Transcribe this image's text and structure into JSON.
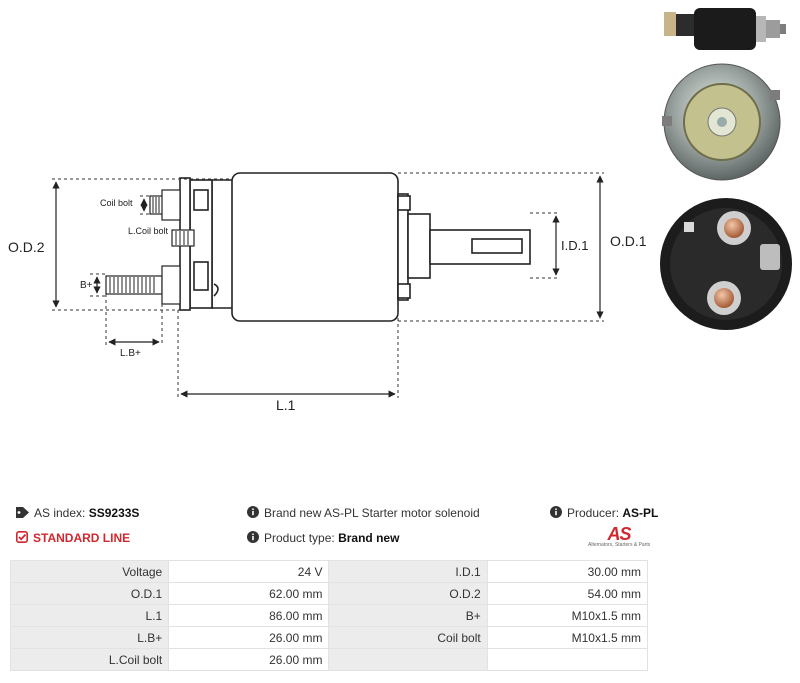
{
  "diagram": {
    "labels": {
      "od2": "O.D.2",
      "od1": "O.D.1",
      "id1": "I.D.1",
      "l1": "L.1",
      "lb": "L.B+",
      "b": "B+",
      "coil_bolt": "Coil bolt",
      "l_coil_bolt": "L.Coil bolt"
    }
  },
  "info": {
    "as_index_label": "AS index:",
    "as_index_value": "SS9233S",
    "line_name": "STANDARD LINE",
    "description": "Brand new AS-PL Starter motor solenoid",
    "product_type_label": "Product type:",
    "product_type_value": "Brand new",
    "producer_label": "Producer:",
    "producer_value": "AS-PL",
    "logo_mark": "AS",
    "logo_tagline": "Alternators, Starters & Parts"
  },
  "colors": {
    "accent": "#d0282e",
    "key_bg": "#ececec"
  },
  "icons": {
    "tag": "tag-icon",
    "check": "checkbox-icon",
    "info": "info-icon"
  },
  "specs": {
    "rows": [
      {
        "k1": "Voltage",
        "v1": "24 V",
        "k2": "I.D.1",
        "v2": "30.00 mm"
      },
      {
        "k1": "O.D.1",
        "v1": "62.00 mm",
        "k2": "O.D.2",
        "v2": "54.00 mm"
      },
      {
        "k1": "L.1",
        "v1": "86.00 mm",
        "k2": "B+",
        "v2": "M10x1.5 mm"
      },
      {
        "k1": "L.B+",
        "v1": "26.00 mm",
        "k2": "Coil bolt",
        "v2": "M10x1.5 mm"
      },
      {
        "k1": "L.Coil bolt",
        "v1": "26.00 mm",
        "k2": "",
        "v2": ""
      }
    ]
  }
}
